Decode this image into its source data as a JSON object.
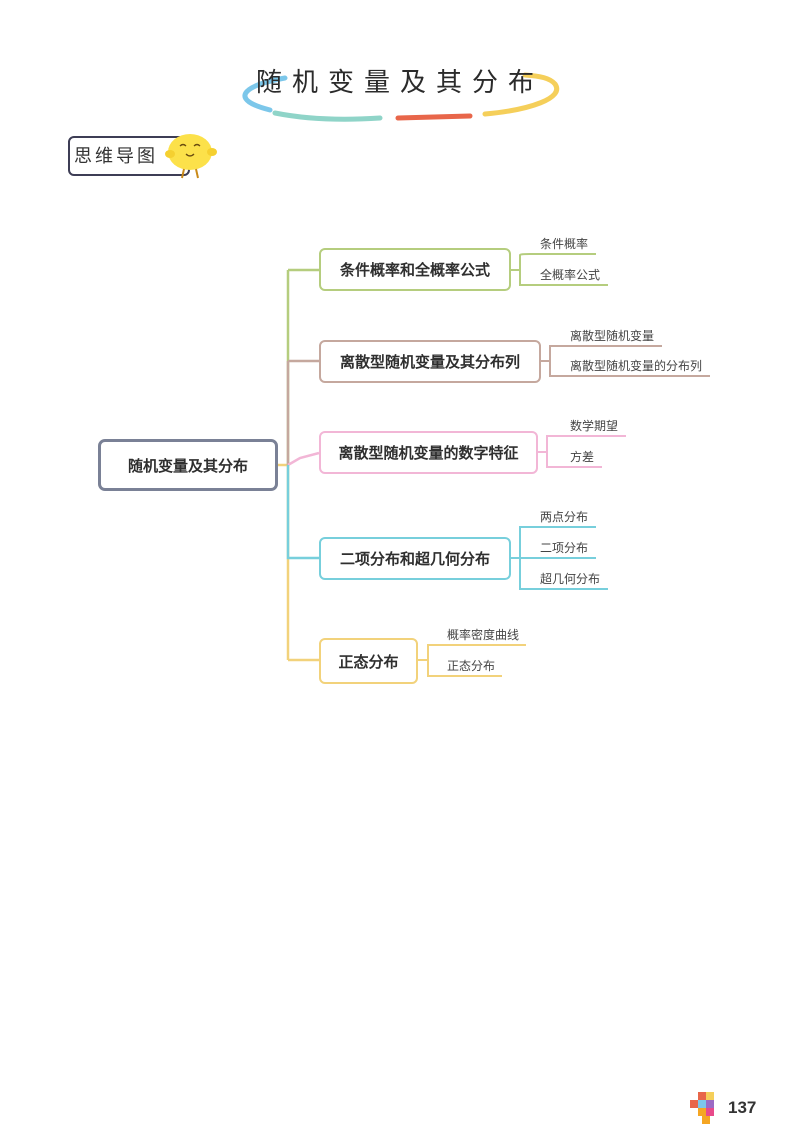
{
  "title": "随机变量及其分布",
  "badge_label": "思维导图",
  "mindmap": {
    "root": "随机变量及其分布",
    "branches": [
      {
        "label": "条件概率和全概率公式",
        "color": "#b5cd7e",
        "leaves": [
          "条件概率",
          "全概率公式"
        ]
      },
      {
        "label": "离散型随机变量及其分布列",
        "color": "#c5a89e",
        "leaves": [
          "离散型随机变量",
          "离散型随机变量的分布列"
        ]
      },
      {
        "label": "离散型随机变量的数字特征",
        "color": "#f2b6d6",
        "leaves": [
          "数学期望",
          "方差"
        ]
      },
      {
        "label": "二项分布和超几何分布",
        "color": "#77cfdc",
        "leaves": [
          "两点分布",
          "二项分布",
          "超几何分布"
        ]
      },
      {
        "label": "正态分布",
        "color": "#f2d27b",
        "leaves": [
          "概率密度曲线",
          "正态分布"
        ]
      }
    ]
  },
  "colors": {
    "root_border": "#7a8196",
    "arc_blue": "#7cc7ea",
    "arc_teal": "#8fd4c8",
    "arc_red": "#e8664a",
    "arc_yellow": "#f5cf5a"
  },
  "page_number": "137"
}
